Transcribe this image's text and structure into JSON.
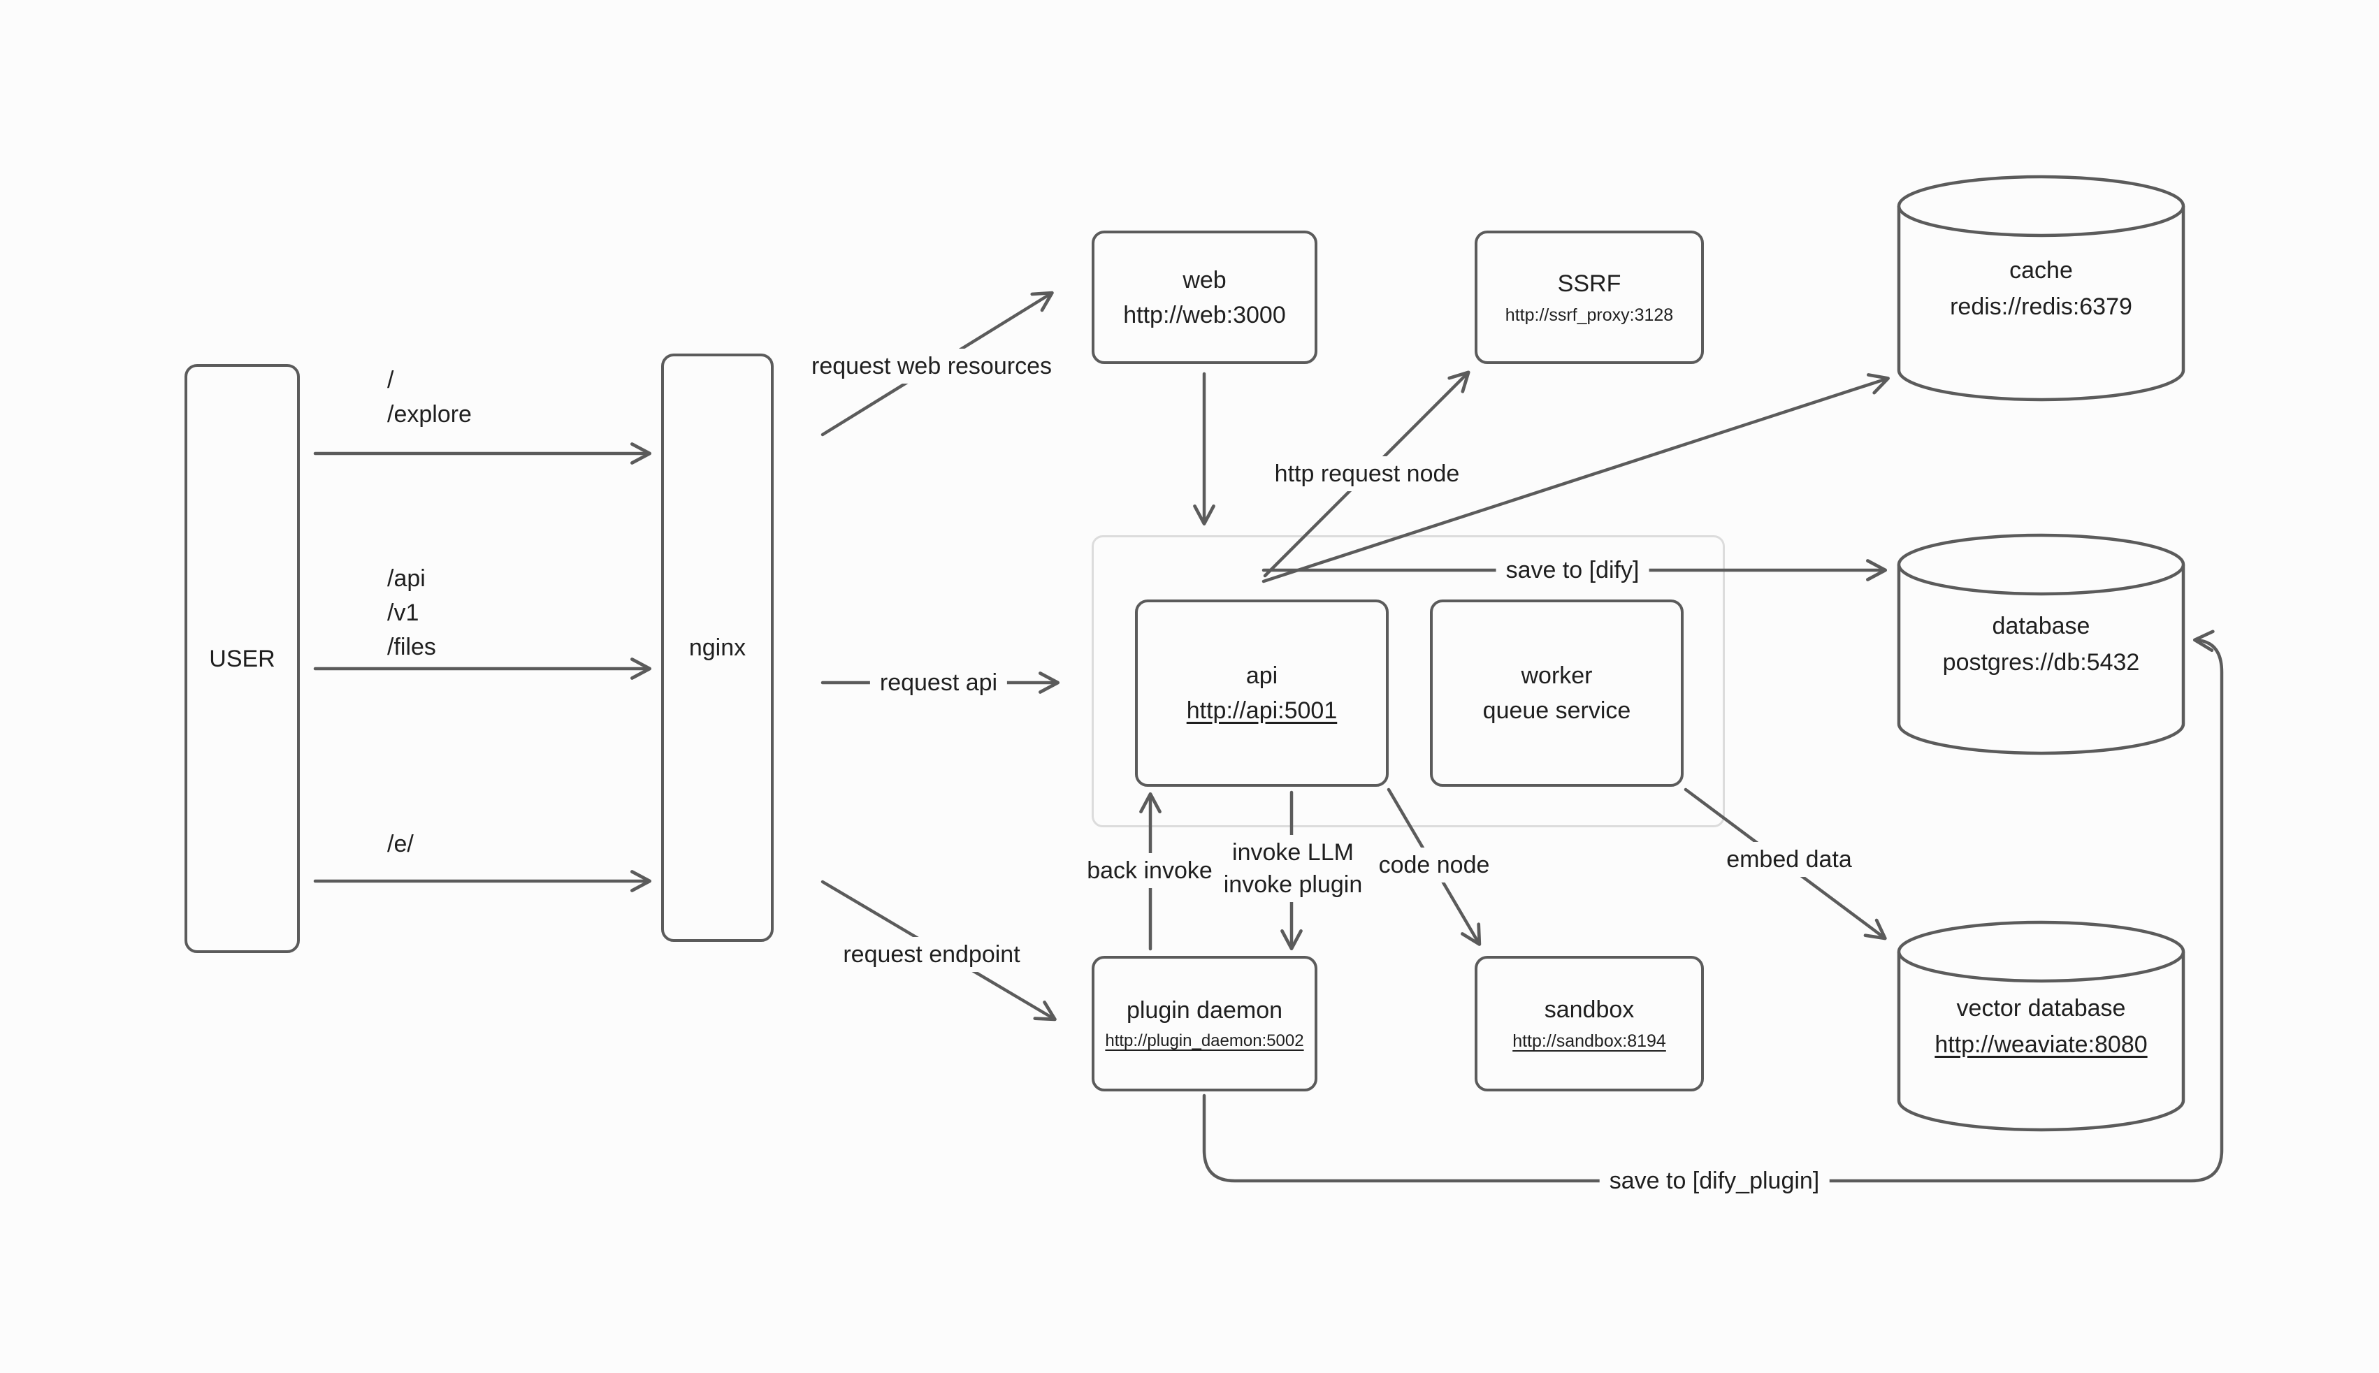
{
  "colors": {
    "wire": "#5b5b5b",
    "text": "#1f1f1f",
    "background": "#fcfcfc",
    "group_border": "#dcdcdc"
  },
  "nodes": {
    "user": {
      "label": "USER"
    },
    "nginx": {
      "label": "nginx"
    },
    "web": {
      "title": "web",
      "subtitle": "http://web:3000"
    },
    "ssrf": {
      "title": "SSRF",
      "subtitle": "http://ssrf_proxy:3128"
    },
    "cache": {
      "title": "cache",
      "subtitle": "redis://redis:6379"
    },
    "database": {
      "title": "database",
      "subtitle": "postgres://db:5432"
    },
    "vector_database": {
      "title": "vector database",
      "subtitle": "http://weaviate:8080"
    },
    "api": {
      "title": "api",
      "subtitle": "http://api:5001"
    },
    "worker": {
      "title": "worker",
      "subtitle": "queue service"
    },
    "plugin_daemon": {
      "title": "plugin daemon",
      "subtitle": "http://plugin_daemon:5002"
    },
    "sandbox": {
      "title": "sandbox",
      "subtitle": "http://sandbox:8194"
    }
  },
  "routes": {
    "root": [
      "/",
      "/explore"
    ],
    "api": [
      "/api",
      "/v1",
      "/files"
    ],
    "extension": [
      "/e/"
    ]
  },
  "edges": {
    "request_web_resources": "request web resources",
    "request_api": "request api",
    "request_endpoint": "request endpoint",
    "http_request_node": "http request node",
    "save_to_dify": "save to [dify]",
    "back_invoke": "back invoke",
    "invoke_llm": "invoke LLM",
    "invoke_plugin": "invoke plugin",
    "code_node": "code node",
    "embed_data": "embed data",
    "save_to_dify_plugin": "save to [dify_plugin]"
  }
}
